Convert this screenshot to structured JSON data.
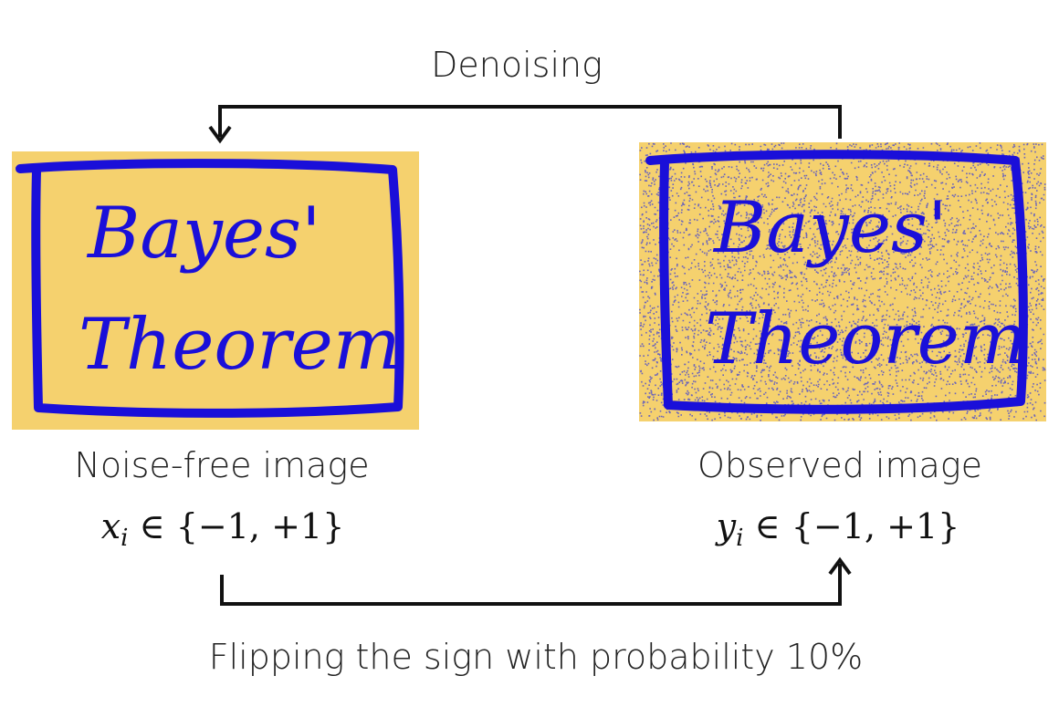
{
  "top_arrow": {
    "label": "Denoising"
  },
  "bottom_arrow": {
    "label": "Flipping the sign with probability 10%"
  },
  "left_panel": {
    "caption": "Noise-free image",
    "formula_var": "x",
    "formula_sub": "i",
    "formula_rest": " ∈ {−1, +1}",
    "handwriting_line1": "Bayes'",
    "handwriting_line2": "Theorem"
  },
  "right_panel": {
    "caption": "Observed image",
    "formula_var": "y",
    "formula_sub": "i",
    "formula_rest": " ∈ {−1, +1}",
    "handwriting_line1": "Bayes'",
    "handwriting_line2": "Theorem"
  },
  "colors": {
    "image_background": "#f5d16e",
    "ink": "#1a0fd9",
    "noise": "#3b3fd6",
    "arrow": "#111111"
  }
}
